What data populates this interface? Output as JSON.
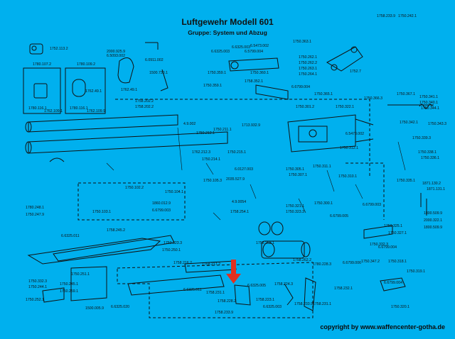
{
  "header": {
    "title": "Luftgewehr Modell 601",
    "subtitle": "Gruppe: System und Abzug"
  },
  "footer": {
    "copyright": "copyright by www.waffencenter-gotha.de"
  },
  "colors": {
    "background": "#00b0ee",
    "line": "#111111",
    "arrow": "#e2301e"
  },
  "part_labels": [
    "1752.113.2",
    "2000.925.9",
    "6.5093.002",
    "1780.107.2",
    "1780.109.2",
    "1780.116.1",
    "1762.109.1",
    "1780.116.1",
    "1762.109.9",
    "1762.49.1",
    "1762.49.1",
    "1500.730.1",
    "6.0911.002",
    "6.6325.003",
    "6.6325.003",
    "6.5473.002",
    "6.5799.004",
    "1750.363.1",
    "1750.359.1",
    "1750.359.1",
    "1750.360.1",
    "1750.262.1",
    "1750.262.2",
    "1750.263.1",
    "1750.264.1",
    "1752.7",
    "1758.202.2",
    "1758.202.2",
    "1758.352.1",
    "6.6799.004",
    "1750.365.1",
    "1750.366.3",
    "1750.367.1",
    "1750.341.1",
    "1750.340.1",
    "1750.344.1",
    "1750.301.2",
    "1750.322.1",
    "1750.342.1",
    "1750.343.3",
    "1750.339.3",
    "1750.338.1",
    "1750.336.1",
    "4.9.002",
    "1750.212.1",
    "1750.211.1",
    "1713.932.9",
    "1750.215.1",
    "6.5473.002",
    "1750.312.1",
    "1762.212.3",
    "1750.214.1",
    "6.0127.003",
    "2035.527.9",
    "1750.305.1",
    "1750.307.1",
    "1750.311.1",
    "1750.310.1",
    "1750.105.3",
    "1750.102.2",
    "1750.104.1",
    "1750.103.1",
    "1860.012.9",
    "6.6799.003",
    "4.9.0054",
    "1758.254.1",
    "1780.248.1",
    "1750.247.9",
    "1750.321.1",
    "1750.323.3",
    "1750.300.1",
    "6.6799.005",
    "6.6799.003",
    "1750.335.1",
    "1871.130.2",
    "1871.131.1",
    "1800.509.9",
    "2000.322.1",
    "1800.509.9",
    "1750.325.1",
    "1750.327.1",
    "6.6799.004",
    "1750.332.3",
    "1750.347.2",
    "6.6325.011",
    "1758.245.2",
    "1750.323.3",
    "1750.250.1",
    "1750.251.1",
    "1758.216.2",
    "1758.217.2",
    "1758.263.1",
    "1758.262.2",
    "1780.228.3",
    "6.6799.006",
    "1750.318.1",
    "1750.319.1",
    "6.6799.004",
    "1750.320.1",
    "1750.332.3",
    "1750.244.1",
    "1750.245.1",
    "1750.259.1",
    "1750.252.1",
    "1500.005.9",
    "6.6325.020",
    "6.6325.011",
    "6.6325.005",
    "1758.224.3",
    "1758.228.2",
    "1758.233.9",
    "1758.223.1",
    "6.6325.003",
    "1758.233.9",
    "1758.231.1",
    "1758.232.1",
    "1758.231.1",
    "1758.233.9",
    "1750.242.1"
  ]
}
